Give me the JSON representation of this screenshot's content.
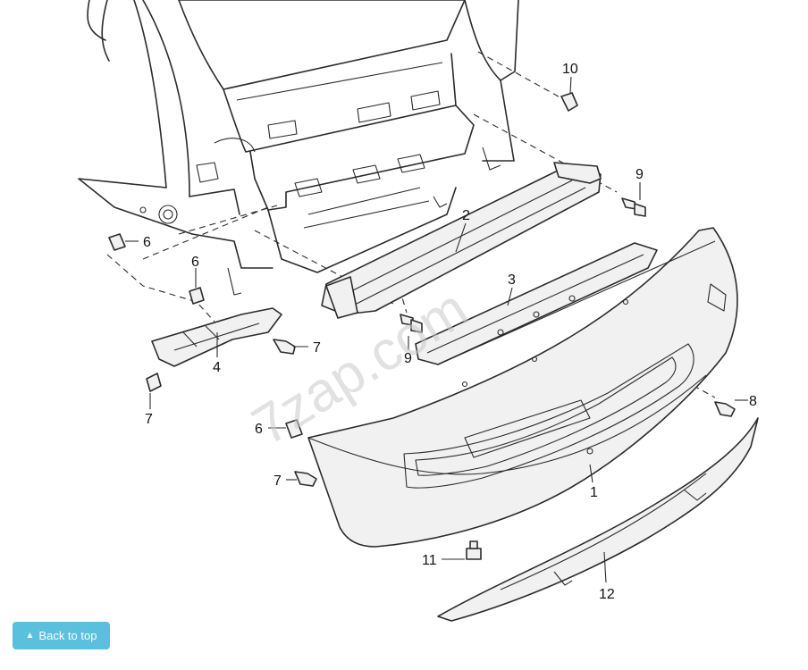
{
  "watermark": "7zap.com",
  "callouts": {
    "c1": "1",
    "c2": "2",
    "c3": "3",
    "c4": "4",
    "c6a": "6",
    "c6b": "6",
    "c6c": "6",
    "c7a": "7",
    "c7b": "7",
    "c7c": "7",
    "c8": "8",
    "c9a": "9",
    "c9b": "9",
    "c10": "10",
    "c11": "11",
    "c12": "12"
  },
  "back_to_top": {
    "label": "Back to top",
    "icon": "chevron-up-icon"
  },
  "colors": {
    "button_bg": "#5bc0de",
    "button_text": "#ffffff",
    "line": "#2b2b2b"
  }
}
